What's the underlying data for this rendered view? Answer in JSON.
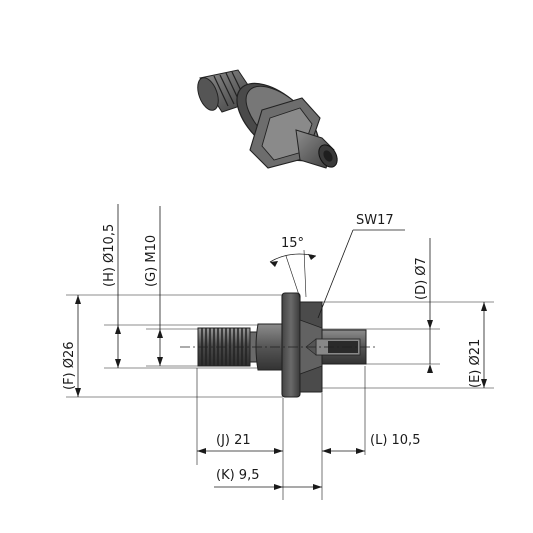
{
  "labels": {
    "h_bore": "(H) Ø10,5",
    "g_thread": "(G) M10",
    "f_flange": "(F) Ø26",
    "angle": "15°",
    "wrench": "SW17",
    "d_pin": "(D) Ø7",
    "e_hex": "(E) Ø21",
    "j_length": "(J) 21",
    "k_length": "(K) 9,5",
    "l_length": "(L) 10,5"
  },
  "colors": {
    "part_dark": "#3d3d3d",
    "part_mid": "#6b6b6b",
    "part_light": "#9a9a9a",
    "lines": "#1a1a1a"
  }
}
